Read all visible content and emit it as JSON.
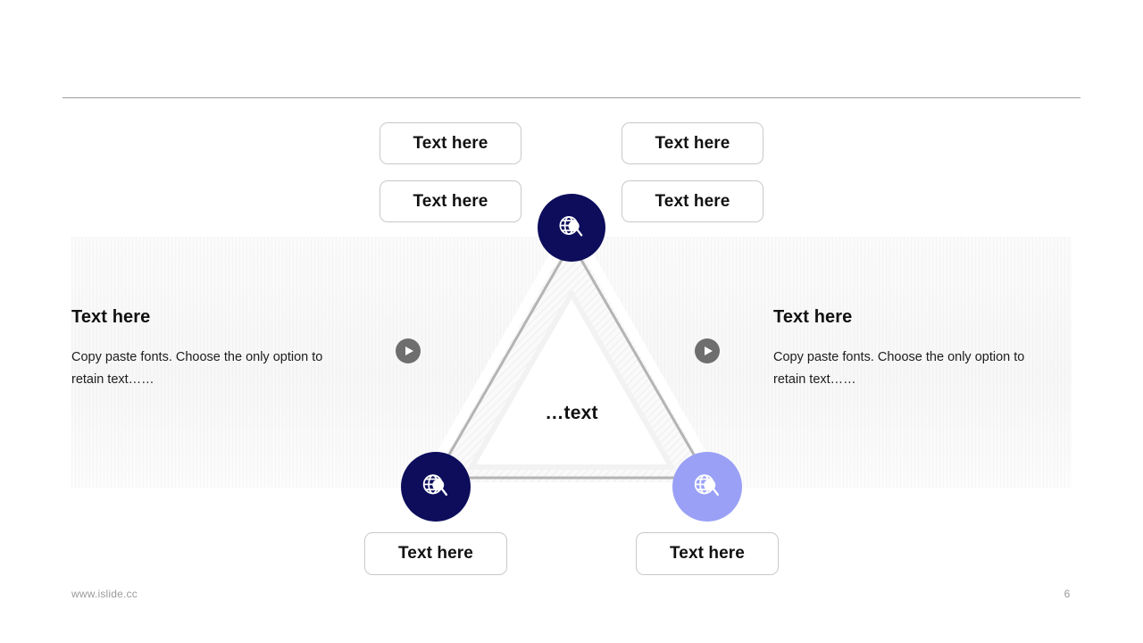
{
  "slide": {
    "page_number": "6",
    "footer_url": "www.islide.cc",
    "background_color": "#ffffff",
    "rule_color": "#9d9d9d"
  },
  "colors": {
    "navy": "#0d0d5c",
    "periwinkle": "#9aa0f5",
    "triangle_stroke": "#b4b4b4",
    "play_button": "#6e6e6e",
    "pill_border": "#c9c9c9",
    "text_primary": "#111111",
    "text_muted": "#9a9a9a"
  },
  "pills": {
    "top_left_upper": "Text here",
    "top_left_lower": "Text here",
    "top_right_upper": "Text here",
    "top_right_lower": "Text here",
    "bottom_left": "Text here",
    "bottom_right": "Text here"
  },
  "diagram": {
    "center_label": "…text",
    "nodes": [
      {
        "position": "top",
        "icon": "globe-search-icon",
        "color": "#0d0d5c"
      },
      {
        "position": "left",
        "icon": "globe-search-icon",
        "color": "#0d0d5c"
      },
      {
        "position": "right",
        "icon": "globe-search-icon",
        "color": "#9aa0f5"
      }
    ]
  },
  "left_block": {
    "title": "Text here",
    "body": "Copy paste fonts. Choose the only option to retain text……"
  },
  "right_block": {
    "title": "Text here",
    "body": "Copy paste fonts. Choose the only option to retain text……"
  },
  "controls": {
    "play_left": "play-icon",
    "play_right": "play-icon"
  }
}
